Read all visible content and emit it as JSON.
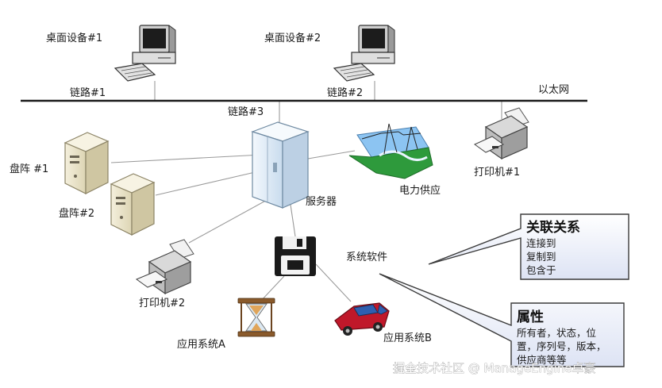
{
  "labels": {
    "desktop1": "桌面设备#1",
    "desktop2": "桌面设备#2",
    "link1": "链路#1",
    "link2": "链路#2",
    "link3": "链路#3",
    "ethernet": "以太网",
    "array1": "盘阵 #1",
    "array2": "盘阵#2",
    "server": "服务器",
    "power": "电力供应",
    "printer1": "打印机#1",
    "printer2": "打印机#2",
    "software": "系统软件",
    "appA": "应用系统A",
    "appB": "应用系统B"
  },
  "callouts": {
    "relations": {
      "title": "关联关系",
      "lines": [
        "连接到",
        "复制到",
        "包含于"
      ]
    },
    "attributes": {
      "title": "属性",
      "lines": [
        "所有者，状态，位",
        "置，序列号，版本，",
        "供应商等等"
      ]
    }
  },
  "watermark": "掘金技术社区 @ ManageEngine卓豪",
  "colors": {
    "callout_fill": "#e8ecf8",
    "server_fill": "#e9f1f8",
    "car_body": "#c0182a",
    "power_sky": "#8cc4f2",
    "power_grass": "#2e9a3c"
  }
}
